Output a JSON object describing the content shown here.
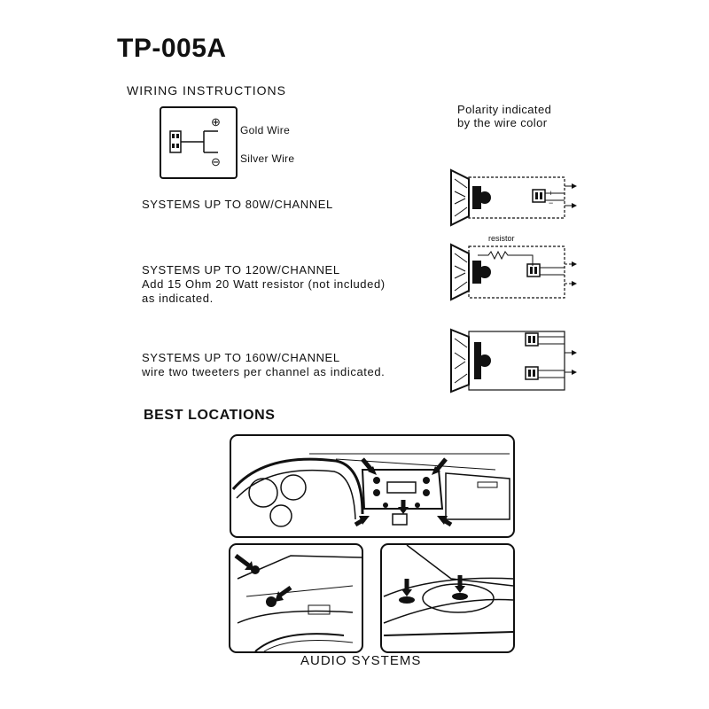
{
  "header": {
    "model": "TP-005A",
    "wiring_title": "WIRING INSTRUCTIONS"
  },
  "legend": {
    "plus_symbol": "⊕",
    "minus_symbol": "⊖",
    "gold_wire": "Gold Wire",
    "silver_wire": "Silver Wire"
  },
  "polarity_note": {
    "line1": "Polarity indicated",
    "line2": "by the wire color"
  },
  "systems": [
    {
      "line1": "SYSTEMS UP TO 80W/CHANNEL"
    },
    {
      "line1": "SYSTEMS UP TO 120W/CHANNEL",
      "line2": "Add 15 Ohm 20 Watt resistor (not included)",
      "line3": "as indicated."
    },
    {
      "line1": "SYSTEMS UP TO 160W/CHANNEL",
      "line2": "wire two tweeters per channel as indicated."
    }
  ],
  "resistor_label": "resistor",
  "best_locations_title": "BEST LOCATIONS",
  "audio_systems_label": "AUDIO SYSTEMS"
}
